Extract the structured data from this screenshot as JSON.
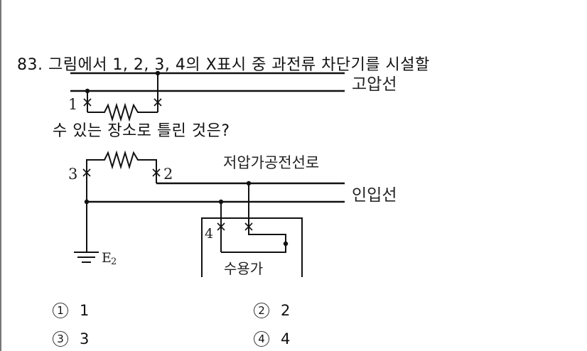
{
  "question": {
    "number": "83.",
    "line1": "83. 그림에서 1, 2, 3, 4의 X표시 중 과전류 차단기를 시설할",
    "line2": "수 있는 장소로 틀린 것은?"
  },
  "diagram": {
    "labels": {
      "high_voltage_line": "고압선",
      "low_voltage_overhead_line": "저압가공전선로",
      "service_line": "인입선",
      "consumer": "수용가",
      "ground": "E",
      "ground_subscript": "2"
    },
    "points": {
      "p1": "1",
      "p2": "2",
      "p3": "3",
      "p4": "4"
    }
  },
  "options": [
    {
      "marker": "1",
      "text": "1"
    },
    {
      "marker": "2",
      "text": "2"
    },
    {
      "marker": "3",
      "text": "3"
    },
    {
      "marker": "4",
      "text": "4"
    }
  ]
}
